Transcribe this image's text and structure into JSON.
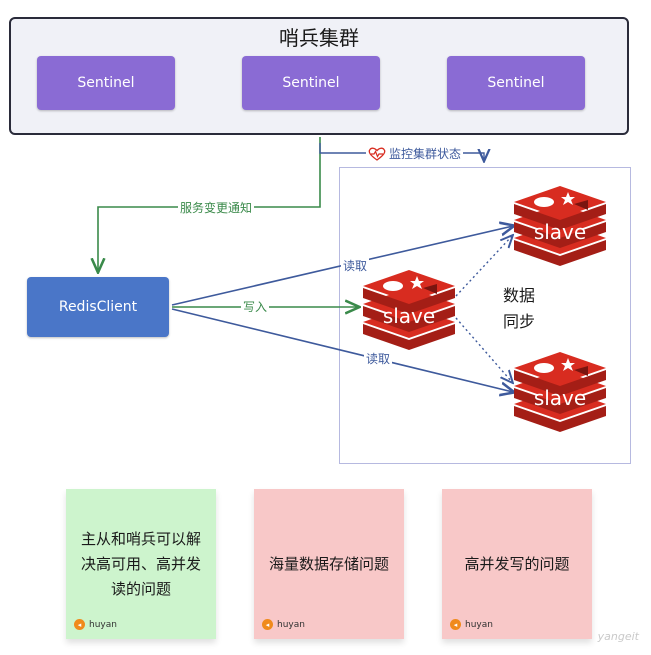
{
  "cluster": {
    "title": "哨兵集群"
  },
  "sentinels": [
    {
      "label": "Sentinel"
    },
    {
      "label": "Sentinel"
    },
    {
      "label": "Sentinel"
    }
  ],
  "client": {
    "label": "RedisClient"
  },
  "edges": {
    "notify": "服务变更通知",
    "monitor": "监控集群状态",
    "write": "写入",
    "read_top": "读取",
    "read_bottom": "读取"
  },
  "nodes": {
    "master": {
      "label": "slave"
    },
    "slave_top": {
      "label": "slave"
    },
    "slave_bottom": {
      "label": "slave"
    }
  },
  "sync": {
    "line1": "数据",
    "line2": "同步"
  },
  "notes": [
    {
      "text": "主从和哨兵可以解决高可用、高并发读的问题",
      "author": "huyan"
    },
    {
      "text": "海量数据存储问题",
      "author": "huyan"
    },
    {
      "text": "高并发写的问题",
      "author": "huyan"
    }
  ],
  "watermark": "yangeit",
  "colors": {
    "sentinel": "#8a6bd4",
    "client": "#4a76c8",
    "redis": "#d82c20",
    "notify": "#3a8a4a",
    "read": "#3e5a9c"
  },
  "icons": {
    "monitor": "heartbeat-icon",
    "author": "author-badge-icon",
    "node": "redis-logo-icon"
  }
}
